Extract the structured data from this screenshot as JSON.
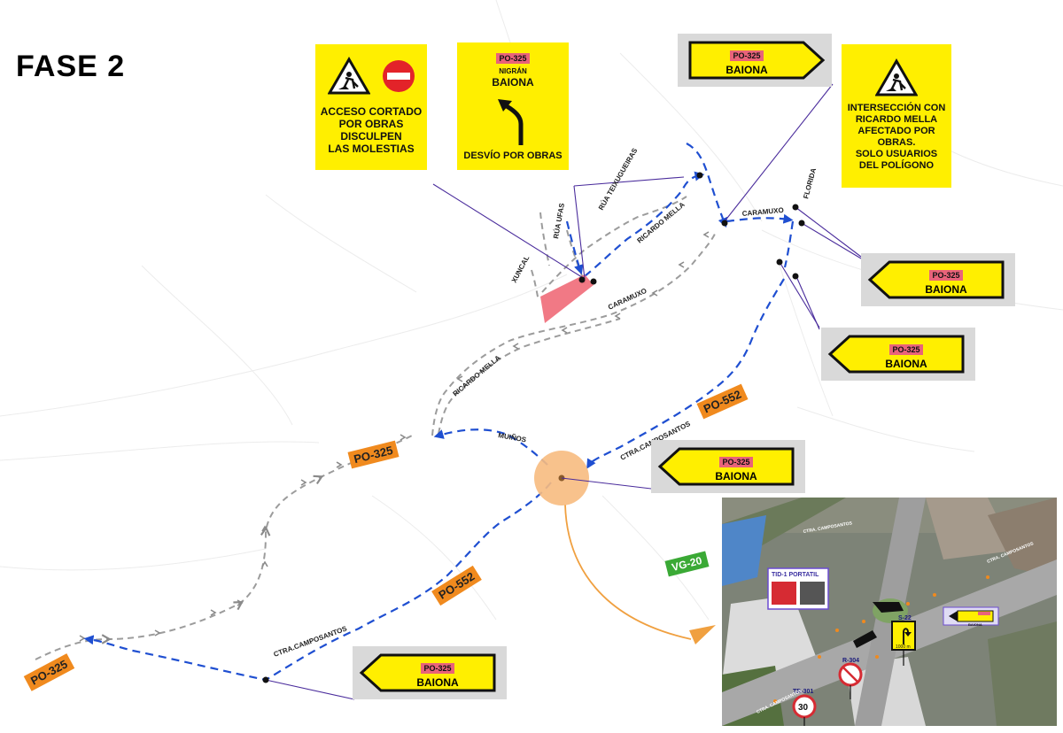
{
  "title": "FASE 2",
  "signs": {
    "acceso": {
      "lines": [
        "ACCESO CORTADO",
        "POR OBRAS",
        "DISCULPEN",
        "LAS MOLESTIAS"
      ]
    },
    "desvio": {
      "code": "PO-325",
      "line1": "NIGRÁN",
      "line2": "BAIONA",
      "footer": "DESVÍO POR OBRAS"
    },
    "interseccion": {
      "lines": [
        "INTERSECCIÓN CON",
        "RICARDO MELLA",
        "AFECTADO POR",
        "OBRAS.",
        "SOLO USUARIOS",
        "DEL POLÍGONO"
      ]
    },
    "arrows": [
      {
        "id": "top",
        "code": "PO-325",
        "dest": "BAIONA",
        "dir": "right"
      },
      {
        "id": "right1",
        "code": "PO-325",
        "dest": "BAIONA",
        "dir": "left"
      },
      {
        "id": "right2",
        "code": "PO-325",
        "dest": "BAIONA",
        "dir": "left"
      },
      {
        "id": "mid",
        "code": "PO-325",
        "dest": "BAIONA",
        "dir": "left"
      },
      {
        "id": "bottom",
        "code": "PO-325",
        "dest": "BAIONA",
        "dir": "left"
      }
    ]
  },
  "road_labels": {
    "po325_mid": "PO-325",
    "po325_left": "PO-325",
    "po552_right": "PO-552",
    "po552_mid": "PO-552",
    "vg20": "VG-20"
  },
  "street_labels": {
    "xuncal": "XUNCAL",
    "rua_ufas": "RÚA UFAS",
    "rua_teixugueiras": "RÚA TEIXUGUEIRAS",
    "ricardo_mella_top": "RICARDO MELLA",
    "caramuxo_top": "CARAMUXO",
    "florida": "FLORIDA",
    "caramuxo_mid": "CARAMUXO",
    "ricardo_mella_low": "RICARDO MELLA",
    "muinos": "MUIÑOS",
    "ctra_camposantos_right": "CTRA.CAMPOSANTOS",
    "ctra_camposantos_left": "CTRA.CAMPOSANTOS"
  },
  "inset": {
    "portatil_label": "TID-1 PORTATIL",
    "s22": "S-22",
    "s22_sub": "1000 m",
    "r304": "R-304",
    "tr301": "TR-301",
    "speed": "30",
    "mini_arrow_dest": "BAIONA",
    "street1": "CTRA. CAMPOSANTOS",
    "street2": "CTRA. CAMPOSANTOS",
    "street3": "CTRA. CAMPOSANTOS"
  },
  "colors": {
    "sign_yellow": "#ffef00",
    "detour_blue": "#1f4fd1",
    "closed_grey": "#9c9c9c",
    "road_orange": "#f08a1e",
    "closed_zone": "#ef6a78",
    "roundabout": "#f7bb7f",
    "pointer_line": "#4a2c9c",
    "vg20_green": "#3aa935"
  }
}
